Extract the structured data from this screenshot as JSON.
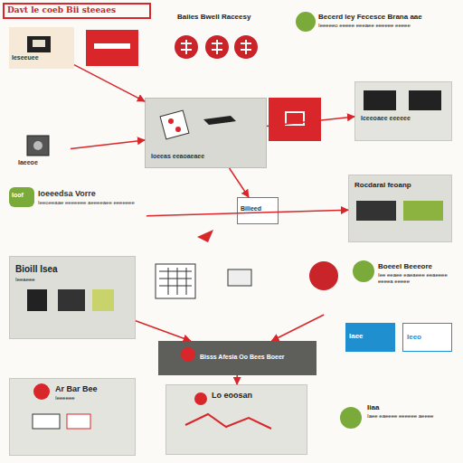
{
  "diagram": {
    "title": "Davt le coeb Bii steeaes",
    "nodes": [
      {
        "text": [
          "Ieseeuee"
        ]
      },
      {
        "text": [
          "Ioeeas eeaoaeaee"
        ]
      },
      {
        "text": [
          "Iceeoaee eeeeee"
        ]
      },
      {
        "text": [
          "Iaeeoe"
        ]
      },
      {
        "text": [
          "Ioeeedsa Vorre",
          "Ieeoeeaae eeeeeee aeeeeaee eeeeeee"
        ]
      },
      {
        "text": [
          "Rocdaral feoanp"
        ]
      },
      {
        "text": [
          "Bilieed"
        ]
      },
      {
        "text": [
          "Bioill Isea",
          "Ieeaeee"
        ]
      },
      {
        "text": [
          "Boeeel Beeeore",
          "Iee eeaee eaeaeee eeaeeee eeeea eeeee"
        ]
      },
      {
        "text": [
          "Iaee"
        ]
      },
      {
        "text": [
          "Ieeo"
        ]
      },
      {
        "text": [
          "Bisss Afesia Oo Bees Boeer"
        ]
      },
      {
        "text": [
          "Ar Bar Bee",
          "Ieeeeee"
        ]
      },
      {
        "text": [
          "Lo eoosan"
        ]
      },
      {
        "text": [
          "Iiaa",
          "Iaee eaeeee eeeeee aeeee"
        ]
      },
      {
        "text": [
          "Becerd ley Fecesce Brana aae",
          "Ieeeeeo eeeee eeeaee eeeeee eeeee"
        ]
      }
    ],
    "edges": [
      {
        "from": 0,
        "to": 1,
        "arrow": "to"
      },
      {
        "from": 1,
        "to": 2,
        "arrow": "to"
      },
      {
        "from": 3,
        "to": 1,
        "arrow": "to"
      },
      {
        "from": 1,
        "to": 6,
        "arrow": "to"
      },
      {
        "from": 4,
        "to": 5,
        "arrow": "to"
      },
      {
        "from": 7,
        "to": 11,
        "arrow": "to"
      },
      {
        "from": 8,
        "to": 11,
        "arrow": "to"
      },
      {
        "from": 11,
        "to": 13,
        "arrow": "to"
      }
    ],
    "labels": [
      "Baiies Bwell Raceesy",
      "Ioof"
    ]
  }
}
